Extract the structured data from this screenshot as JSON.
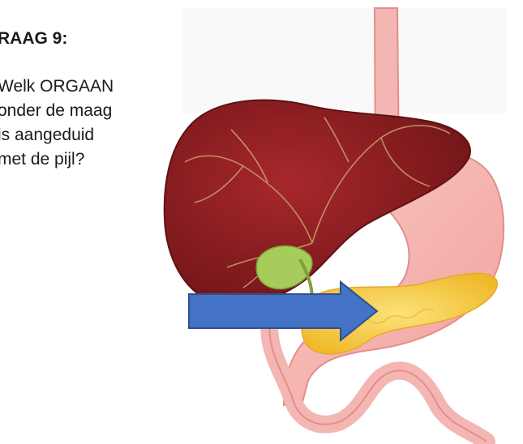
{
  "question": {
    "heading": "RAAG 9:",
    "lines": [
      "Welk ORGAAN",
      "onder de maag",
      "is aangeduid",
      "met de pijl?"
    ]
  },
  "colors": {
    "liver": "#8e1e22",
    "liver_veins": "#c99a6a",
    "gallbladder": "#a6cc5c",
    "stomach": "#f4b2ae",
    "stomach_outline": "#e48d8a",
    "pancreas": "#f6d048",
    "arrow_fill": "#4472c4",
    "arrow_stroke": "#2f528f"
  },
  "arrow": {
    "icon": "right-arrow-icon"
  }
}
